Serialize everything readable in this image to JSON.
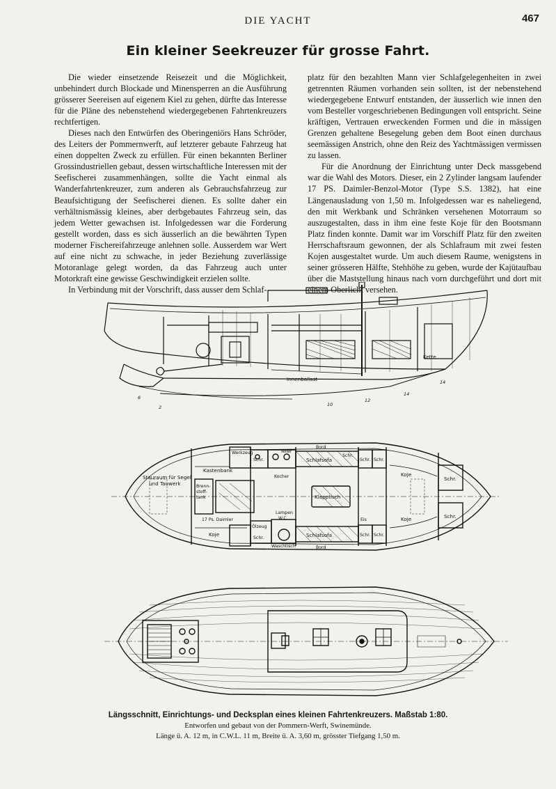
{
  "header": {
    "running_head": "DIE YACHT",
    "page_number": "467"
  },
  "article": {
    "title": "Ein kleiner Seekreuzer für grosse Fahrt.",
    "left_column": [
      "Die wieder einsetzende Reisezeit und die Möglichkeit, unbehindert durch Blockade und Minensperren an die Ausführung grösserer Seereisen auf eigenem Kiel zu gehen, dürfte das Interesse für die Pläne des nebenstehend wiedergegebenen Fahrtenkreuzers rechtfertigen.",
      "Dieses nach den Entwürfen des Oberingeniörs Hans Schröder, des Leiters der Pommernwerft, auf letzterer gebaute Fahrzeug hat einen doppelten Zweck zu erfüllen. Für einen bekannten Berliner Grossindustriellen gebaut, dessen wirtschaftliche Interessen mit der Seefischerei zusammenhängen, sollte die Yacht einmal als Wanderfahrtenkreuzer, zum anderen als Gebrauchsfahrzeug zur Beaufsichtigung der Seefischerei dienen. Es sollte daher ein verhältnismässig kleines, aber derbgebautes Fahrzeug sein, das jedem Wetter gewachsen ist. Infolgedessen war die Forderung gestellt worden, dass es sich äusserlich an die bewährten Typen moderner Fischereifahrzeuge anlehnen solle. Ausserdem war Wert auf eine nicht zu schwache, in jeder Beziehung zuverlässige Motoranlage gelegt worden, da das Fahrzeug auch unter Motorkraft eine gewisse Geschwindigkeit erzielen sollte.",
      "In Verbindung mit der Vorschrift, dass ausser dem Schlaf-"
    ],
    "right_column": [
      "platz für den bezahlten Mann vier Schlafgelegenheiten in zwei getrennten Räumen vorhanden sein sollten, ist der nebenstehend wiedergegebene Entwurf entstanden, der äusserlich wie innen den vom Besteller vorgeschriebenen Bedingungen voll entspricht. Seine kräftigen, Vertrauen erweckenden Formen und die in mässigen Grenzen gehaltene Besegelung geben dem Boot einen durchaus seemässigen Anstrich, ohne den Reiz des Yachtmässigen vermissen zu lassen.",
      "Für die Anordnung der Einrichtung unter Deck massgebend war die Wahl des Motors. Dieser, ein 2 Zylinder langsam laufender 17 PS. Daimler-Benzol-Motor (Type S.S. 1382), hat eine Längenausladung von 1,50 m. Infolgedessen war es naheliegend, den mit Werkbank und Schränken versehenen Motorraum so auszugestalten, dass in ihm eine feste Koje für den Bootsmann Platz finden konnte. Damit war im Vorschiff Platz für den zweiten Herrschaftsraum gewonnen, der als Schlafraum mit zwei festen Kojen ausgestaltet wurde. Um auch diesem Raume, wenigstens in seiner grösseren Hälfte, Stehhöhe zu geben, wurde der Kajütaufbau über die Maststellung hinaus nach vorn durchgeführt und dort mit einem Oberlicht versehen."
    ]
  },
  "drawings": {
    "elevation": {
      "labels": {
        "innenballast": "Innenballast",
        "kette": "Kette"
      },
      "station_numbers": [
        "2",
        "6",
        "10",
        "12",
        "14",
        "14"
      ]
    },
    "plan": {
      "labels": {
        "stauraum": "Stauraum für Segel",
        "tauwerk": "und Tauwerk",
        "kastenbank": "Kastenbank",
        "werkzeug": "Werkzeug",
        "brennstoff_1": "Brenn-",
        "brennstoff_2": "stoff-",
        "brennstoff_3": "tank",
        "motor": "17 Ps. Daimler",
        "koje": "Koje",
        "schr": "Schr.",
        "kocher": "Kocher",
        "teller": "Teller",
        "lampen": "Lampen",
        "wc": "W.C.",
        "olzeug": "Ölzeug",
        "waschtisch": "Waschtisch",
        "schlafsofa": "Schlafsofa",
        "klapptisch": "Klapptisch",
        "bord": "Bord",
        "eis": "Eis"
      }
    }
  },
  "caption": {
    "title": "Längsschnitt, Einrichtungs- und Decksplan eines kleinen Fahrtenkreuzers.",
    "scale": "Maßstab 1:80.",
    "line2": "Entworfen und gebaut von der Pommern-Werft, Swinemünde.",
    "line3": "Länge ü. A. 12 m, in C.W.L. 11 m, Breite ü. A. 3,60 m, grösster Tiefgang 1,50 m."
  }
}
